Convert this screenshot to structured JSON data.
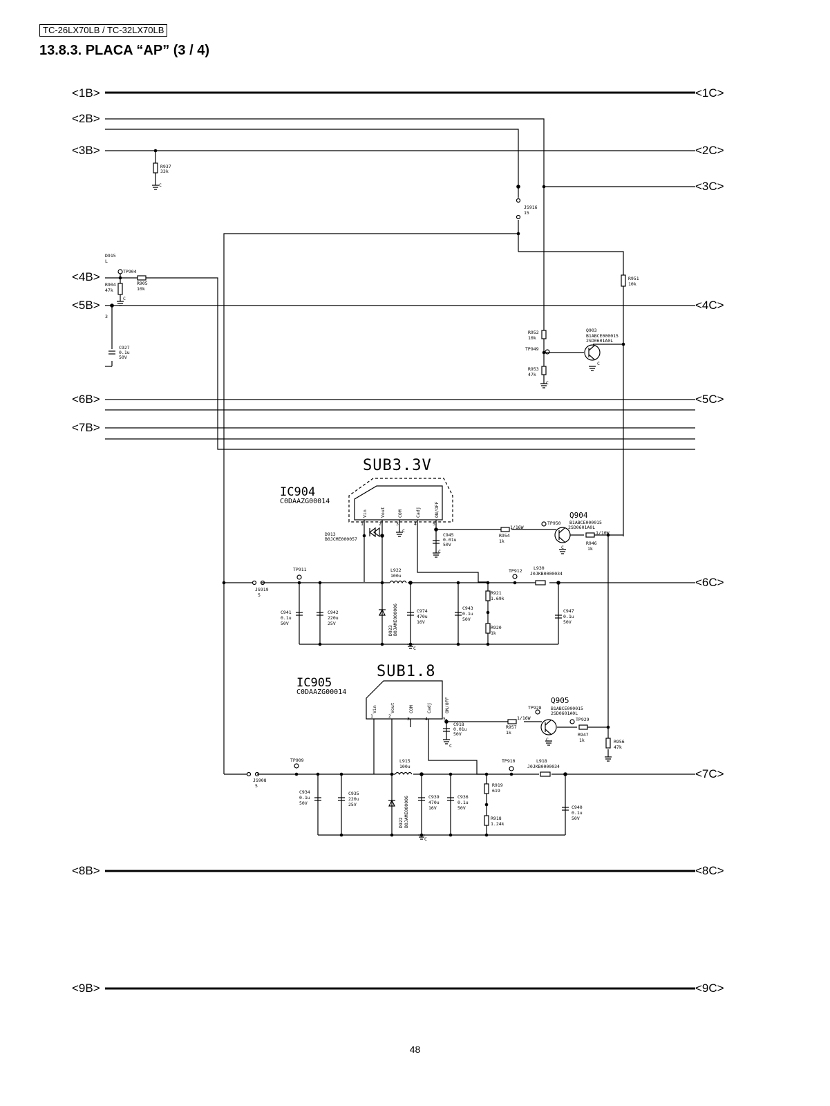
{
  "header": {
    "model": "TC-26LX70LB / TC-32LX70LB",
    "title": "13.8.3. PLACA “AP” (3 / 4)"
  },
  "page_number": "48",
  "ports_left": [
    "<1B>",
    "<2B>",
    "<3B>",
    "<4B>",
    "<5B>",
    "<6B>",
    "<7B>",
    "<8B>",
    "<9B>"
  ],
  "ports_right": [
    "<1C>",
    "<2C>",
    "<3C>",
    "<4C>",
    "<5C>",
    "<6C>",
    "<7C>",
    "<8C>",
    "<9C>"
  ],
  "blocks": {
    "sub33": "SUB3.3V",
    "sub18": "SUB1.8",
    "ic904": {
      "ref": "IC904",
      "part": "C0DAAZG00014"
    },
    "ic905": {
      "ref": "IC905",
      "part": "C0DAAZG00014"
    },
    "pins": [
      "Vin",
      "Vout",
      "COM",
      "Cadj",
      "ON/OFF"
    ],
    "pin_numbers": [
      "1",
      "2",
      "3",
      "4",
      "5"
    ]
  },
  "components": {
    "R937": [
      "R937",
      "33k"
    ],
    "R905": [
      "R905",
      "10k"
    ],
    "R904": [
      "R904",
      "47k"
    ],
    "C927": [
      "C927",
      "0.1u",
      "50V"
    ],
    "TP904": "TP904",
    "D915a": "D915",
    "D915b": "L",
    "five3": "3",
    "JS916": [
      "JS916",
      "15"
    ],
    "R951": [
      "R951",
      "10k"
    ],
    "R952": [
      "R952",
      "10k"
    ],
    "TP949": "TP949",
    "R953": [
      "R953",
      "47k"
    ],
    "Q903": [
      "Q903",
      "B1ABCE000015",
      "2SD0601A0L"
    ],
    "D913": [
      "D913",
      "B0JCME000057"
    ],
    "C945": [
      "C945",
      "0.01u",
      "50V"
    ],
    "R954": [
      "R954",
      "1k"
    ],
    "TP950": "TP950",
    "Q904": [
      "Q904",
      "B1ABCE000015",
      "2SD0601A0L"
    ],
    "R946": [
      "R946",
      "1k"
    ],
    "TP911": "TP911",
    "JS919": [
      "JS919",
      "5"
    ],
    "L922": [
      "L922",
      "100u"
    ],
    "TP912": "TP912",
    "L930": [
      "L930",
      "J0JKB0000034"
    ],
    "R921": [
      "R921",
      "1.69k"
    ],
    "C941": [
      "C941",
      "0.1u",
      "50V"
    ],
    "C942": [
      "C942",
      "220u",
      "25V"
    ],
    "D923": [
      "D923",
      "B0JAME000006"
    ],
    "C974": [
      "C974",
      "470u",
      "16V"
    ],
    "C943": [
      "C943",
      "0.1u",
      "50V"
    ],
    "R920": [
      "R920",
      "1k"
    ],
    "C947": [
      "C947",
      "0.1u",
      "50V"
    ],
    "TP928": "TP928",
    "Q905": [
      "Q905",
      "B1ABCE000015",
      "2SD0601A0L"
    ],
    "C918": [
      "C918",
      "0.01u",
      "50V"
    ],
    "R957": [
      "R957",
      "1k"
    ],
    "TP929": "TP929",
    "R947": [
      "R947",
      "1k"
    ],
    "R956": [
      "R956",
      "47k"
    ],
    "TP909": "TP909",
    "JS908": [
      "JS908",
      "5"
    ],
    "L915": [
      "L915",
      "100u"
    ],
    "TP910": "TP910",
    "L918": [
      "L918",
      "J0JKB0000034"
    ],
    "R919": [
      "R919",
      "619"
    ],
    "C934": [
      "C934",
      "0.1u",
      "50V"
    ],
    "C935": [
      "C935",
      "220u",
      "25V"
    ],
    "D922": [
      "D922",
      "B0JAME000006"
    ],
    "C939": [
      "C939",
      "470u",
      "16V"
    ],
    "C936": [
      "C936",
      "0.1u",
      "50V"
    ],
    "R918": [
      "R918",
      "1.24k"
    ],
    "C940": [
      "C940",
      "0.1u",
      "50V"
    ],
    "gnd": "C",
    "w16a": "1/16W",
    "w16b": "1/10W",
    "w16c": "1/16W"
  }
}
